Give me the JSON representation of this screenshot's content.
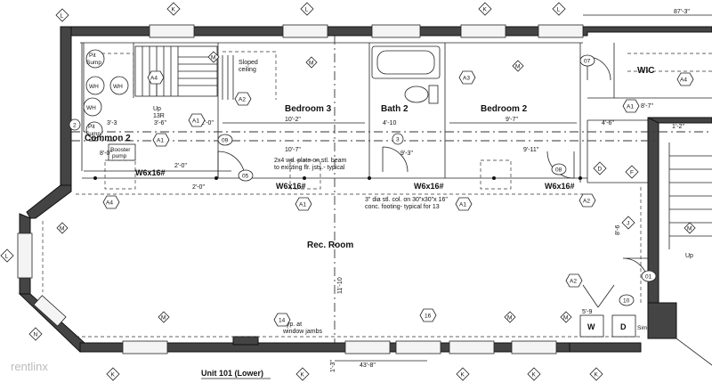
{
  "plan": {
    "title": "Unit 101 (Lower)",
    "watermark": "rentlinx",
    "rooms": {
      "bedroom3": "Bedroom 3",
      "bath2": "Bath 2",
      "bedroom2": "Bedroom 2",
      "wic": "WIC",
      "common2": "Common 2",
      "rec_room": "Rec. Room"
    },
    "fixtures": {
      "sump_pit_1": "Pit",
      "sump_pit_2": "Sump",
      "wh1": "WH",
      "wh2": "WH",
      "wh3": "WH",
      "sump_lower_1": "Pit",
      "sump_lower_2": "Sump",
      "booster_1": "Booster",
      "booster_2": "pump",
      "stair_up": "Up",
      "stair_risers": "13R",
      "stair_up_right": "Up",
      "washer": "W",
      "dryer": "D",
      "dryer_note": "Sim."
    },
    "notes": {
      "sloped_1": "Sloped",
      "sloped_2": "ceiling",
      "plate_1": "2x4 wd. plate on stl. beam",
      "plate_2": "to existing flr. jsts.- typical",
      "col_1": "3\" dia stl. col. on 30\"x30\"x 16\"",
      "col_2": "conc. footing- typical for 13",
      "jamb_1": "Typ. at",
      "jamb_2": "window jambs"
    },
    "beams": [
      "W6x16#",
      "W6x16#",
      "W6x16#",
      "W6x16#"
    ],
    "dims": {
      "overall_width": "87'-3\"",
      "bottom_width": "43'-8\"",
      "bed3_width": "10'-2\"",
      "bed3_lower": "10'-7\"",
      "bath_width": "4'-10",
      "bath_depth": "9'-3\"",
      "bed2_width": "9'-7\"",
      "bed2_lower": "9'-11\"",
      "d1": "3'-3",
      "d2": "3'-6\"",
      "d3": "2'-0\"",
      "d4": "2'-0\"",
      "d5": "8'-0\"",
      "d6": "2'-0\"",
      "d7": "4'-6\"",
      "d8": "1'-2\"",
      "d9": "8'-7\"",
      "d10": "5'-9",
      "d11": "8'-6",
      "d12": "11'-10",
      "d13": "1'-3\""
    },
    "grid_markers": [
      "L",
      "K",
      "M",
      "N"
    ],
    "tags": [
      "A4",
      "A1",
      "A2",
      "A3",
      "09",
      "08",
      "05",
      "07",
      "10",
      "01",
      "2",
      "3",
      "16",
      "14",
      "D",
      "F",
      "J"
    ]
  }
}
